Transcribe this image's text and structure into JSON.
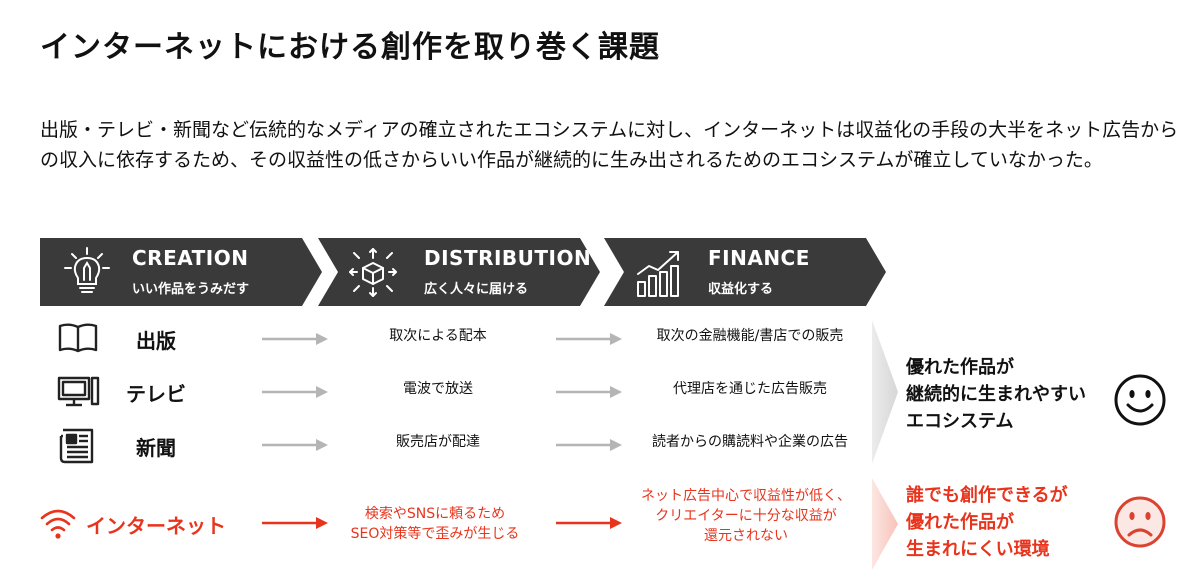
{
  "title": "インターネットにおける創作を取り巻く課題",
  "intro": "出版・テレビ・新聞など伝統的なメディアの確立されたエコシステムに対し、インターネットは収益化の手段の大半をネット広告からの収入に依存するため、その収益性の低さからいい作品が継続的に生み出されるためのエコシステムが確立していなかった。",
  "stages": [
    {
      "title": "CREATION",
      "subtitle": "いい作品をうみだす",
      "icon": "lightbulb-pencil-icon"
    },
    {
      "title": "DISTRIBUTION",
      "subtitle": "広く人々に届ける",
      "icon": "box-distribution-icon"
    },
    {
      "title": "FINANCE",
      "subtitle": "収益化する",
      "icon": "growth-chart-icon"
    }
  ],
  "rows": [
    {
      "media": "出版",
      "icon": "book-icon",
      "distribution": "取次による配本",
      "finance": "取次の金融機能/書店での販売"
    },
    {
      "media": "テレビ",
      "icon": "tv-icon",
      "distribution": "電波で放送",
      "finance": "代理店を通じた広告販売"
    },
    {
      "media": "新聞",
      "icon": "newspaper-icon",
      "distribution": "販売店が配達",
      "finance": "読者からの購読料や企業の広告"
    },
    {
      "media": "インターネット",
      "icon": "wifi-icon",
      "distribution_lines": [
        "検索やSNSに頼るため",
        "SEO対策等で歪みが生じる"
      ],
      "finance_lines": [
        "ネット広告中心で収益性が低く、",
        "クリエイターに十分な収益が",
        "還元されない"
      ]
    }
  ],
  "outcomes": {
    "traditional": {
      "lines": [
        "優れた作品が",
        "継続的に生まれやすい",
        "エコシステム"
      ],
      "face": "smiley-face-icon"
    },
    "internet": {
      "lines": [
        "誰でも創作できるが",
        "優れた作品が",
        "生まれにくい環境"
      ],
      "face": "sad-face-icon"
    }
  },
  "colors": {
    "dark": "#3a3a3a",
    "accent_red": "#e8341c",
    "arrow_gray": "#b5b5b5"
  }
}
